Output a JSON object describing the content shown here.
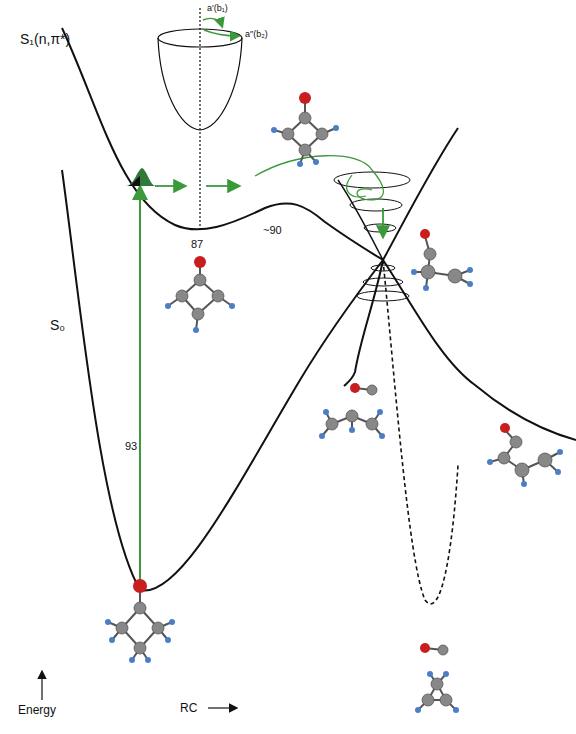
{
  "diagram": {
    "labels": [
      "S₁(n,π*)",
      "a′(b₁)",
      "a″(b₂)",
      "87",
      "~90",
      "S₀",
      "93",
      "Energy",
      "RC"
    ]
  }
}
